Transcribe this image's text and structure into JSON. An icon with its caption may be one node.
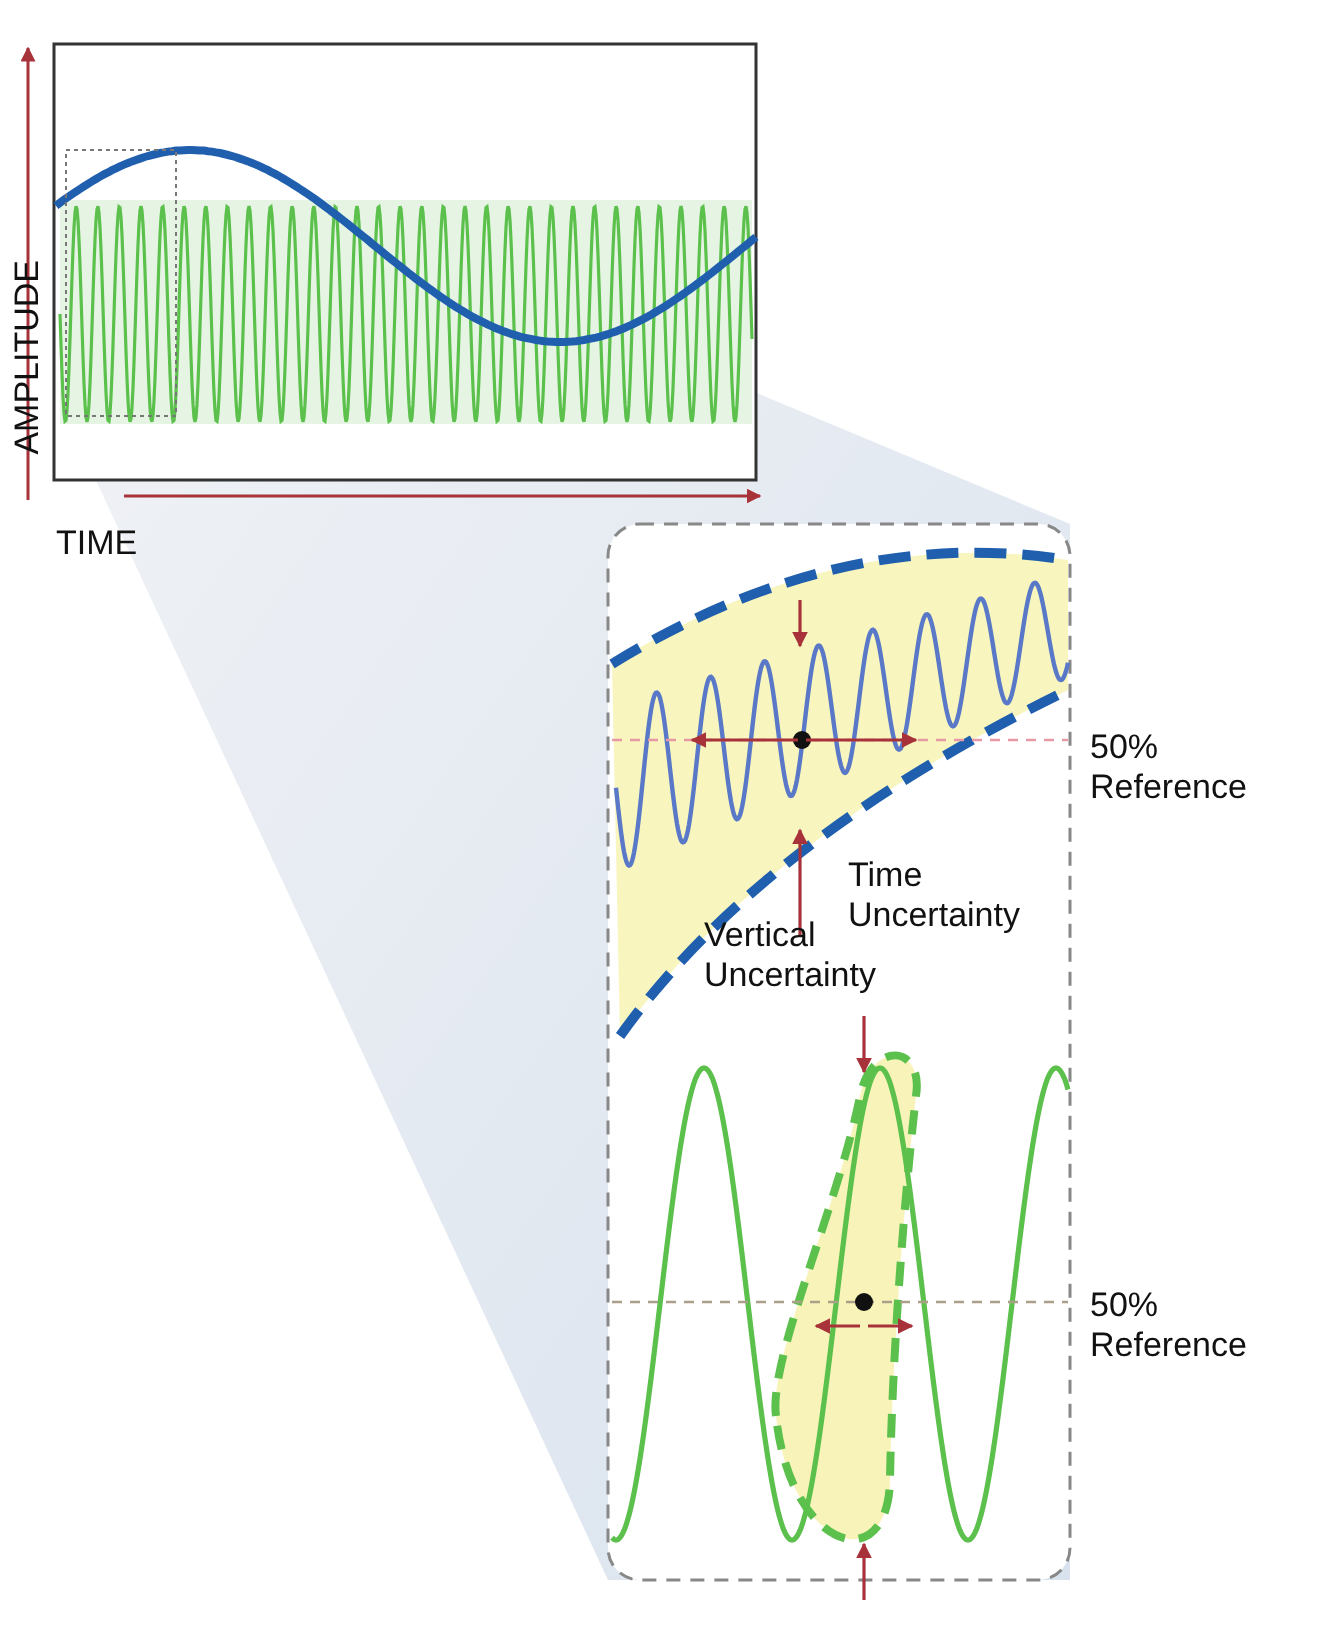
{
  "diagram": {
    "labels": [
      "AMPLITUDE",
      "TIME",
      "50% Reference",
      "Time Uncertainty",
      "Vertical Uncertainty",
      "50% Reference"
    ]
  }
}
